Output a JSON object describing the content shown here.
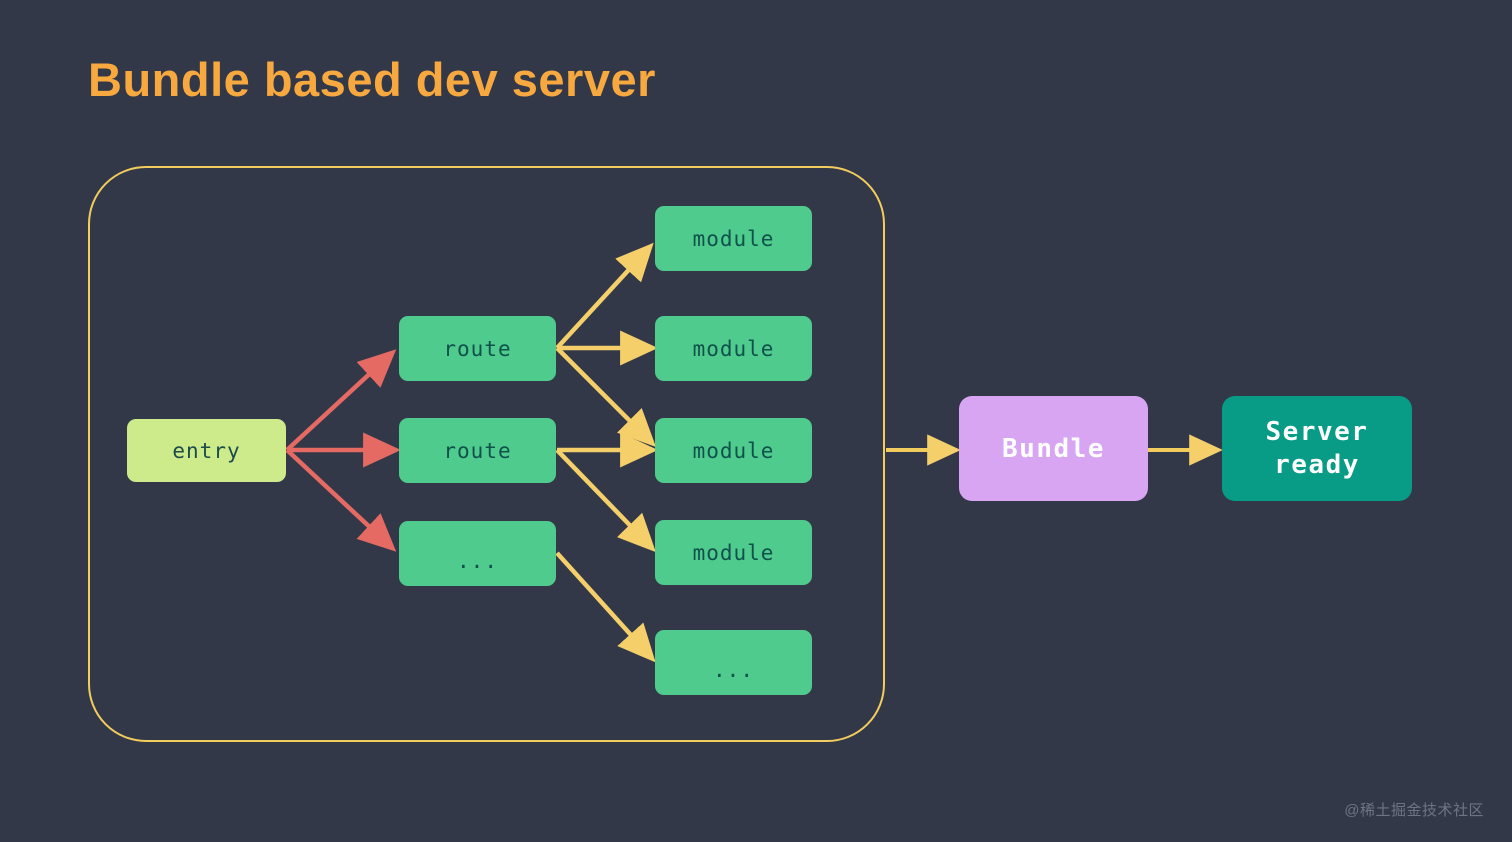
{
  "slide": {
    "title": "Bundle based dev server",
    "background_color": "#323848",
    "title_color": "#f7a83e",
    "watermark": "@稀土掘金技术社区"
  },
  "graph": {
    "frame_color": "#f2cc5c",
    "entry": {
      "label": "entry",
      "color": "#cdeb8b"
    },
    "routes": [
      {
        "label": "route",
        "color": "#4ecb8d"
      },
      {
        "label": "route",
        "color": "#4ecb8d"
      },
      {
        "label": "...",
        "color": "#4ecb8d"
      }
    ],
    "modules": [
      {
        "label": "module",
        "color": "#4ecb8d"
      },
      {
        "label": "module",
        "color": "#4ecb8d"
      },
      {
        "label": "module",
        "color": "#4ecb8d"
      },
      {
        "label": "module",
        "color": "#4ecb8d"
      },
      {
        "label": "...",
        "color": "#4ecb8d"
      }
    ],
    "edge_colors": {
      "entry_to_route": "#e56a63",
      "route_to_module": "#f5cf6a",
      "frame_to_bundle": "#f2cc5c",
      "bundle_to_server": "#f2cc5c"
    }
  },
  "output": {
    "bundle": {
      "label": "Bundle",
      "color": "#d7a5f2"
    },
    "server": {
      "label_line1": "Server",
      "label_line2": "ready",
      "color": "#089b86"
    }
  }
}
